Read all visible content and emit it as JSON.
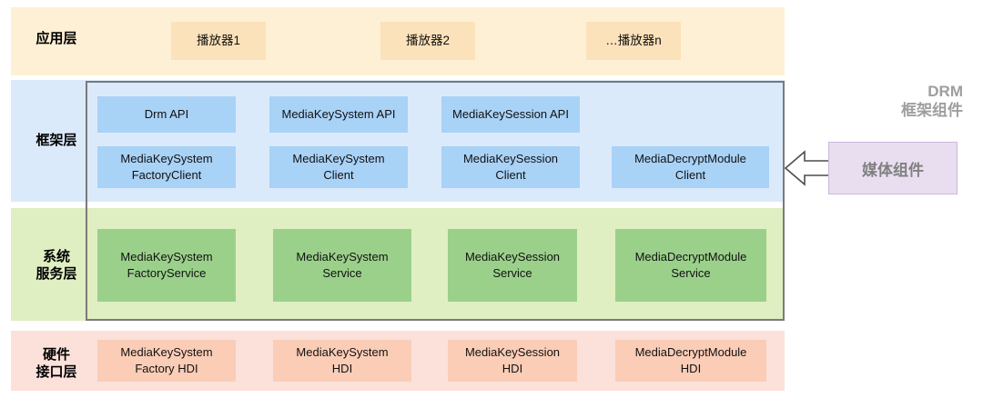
{
  "diagram": {
    "title": "DRM 框架组件",
    "drm_frame_caption": "DRM\n框架组件",
    "external_component": "媒体组件",
    "arrow_icon": "left-block-arrow-icon",
    "colors": {
      "app_band": "#FDF0D5",
      "app_box": "#FBE2BA",
      "framework_band": "#DBEAFB",
      "framework_box": "#A9D2F7",
      "system_band": "#DFEFC2",
      "system_box": "#9BD08B",
      "hardware_band": "#FBE1DA",
      "hardware_box": "#FBCDB6",
      "media_box": "#E8DEF0",
      "frame_border": "#7A7A7A",
      "caption_gray": "#9E9E9E"
    },
    "layers": [
      {
        "id": "application",
        "label": "应用层",
        "boxes": [
          {
            "label": "播放器1"
          },
          {
            "label": "播放器2"
          },
          {
            "label": "…播放器n"
          }
        ]
      },
      {
        "id": "framework",
        "label": "框架层",
        "boxes": [
          {
            "label": "Drm API"
          },
          {
            "label": "MediaKeySystem API"
          },
          {
            "label": "MediaKeySession API"
          },
          {
            "label": "MediaKeySystem\nFactoryClient"
          },
          {
            "label": "MediaKeySystem\nClient"
          },
          {
            "label": "MediaKeySession\nClient"
          },
          {
            "label": "MediaDecryptModule\nClient"
          }
        ]
      },
      {
        "id": "system-service",
        "label": "系统\n服务层",
        "boxes": [
          {
            "label": "MediaKeySystem\nFactoryService"
          },
          {
            "label": "MediaKeySystem\nService"
          },
          {
            "label": "MediaKeySession\nService"
          },
          {
            "label": "MediaDecryptModule\nService"
          }
        ]
      },
      {
        "id": "hardware-interface",
        "label": "硬件\n接口层",
        "boxes": [
          {
            "label": "MediaKeySystem\nFactory HDI"
          },
          {
            "label": "MediaKeySystem\nHDI"
          },
          {
            "label": "MediaKeySession\nHDI"
          },
          {
            "label": "MediaDecryptModule\nHDI"
          }
        ]
      }
    ]
  }
}
